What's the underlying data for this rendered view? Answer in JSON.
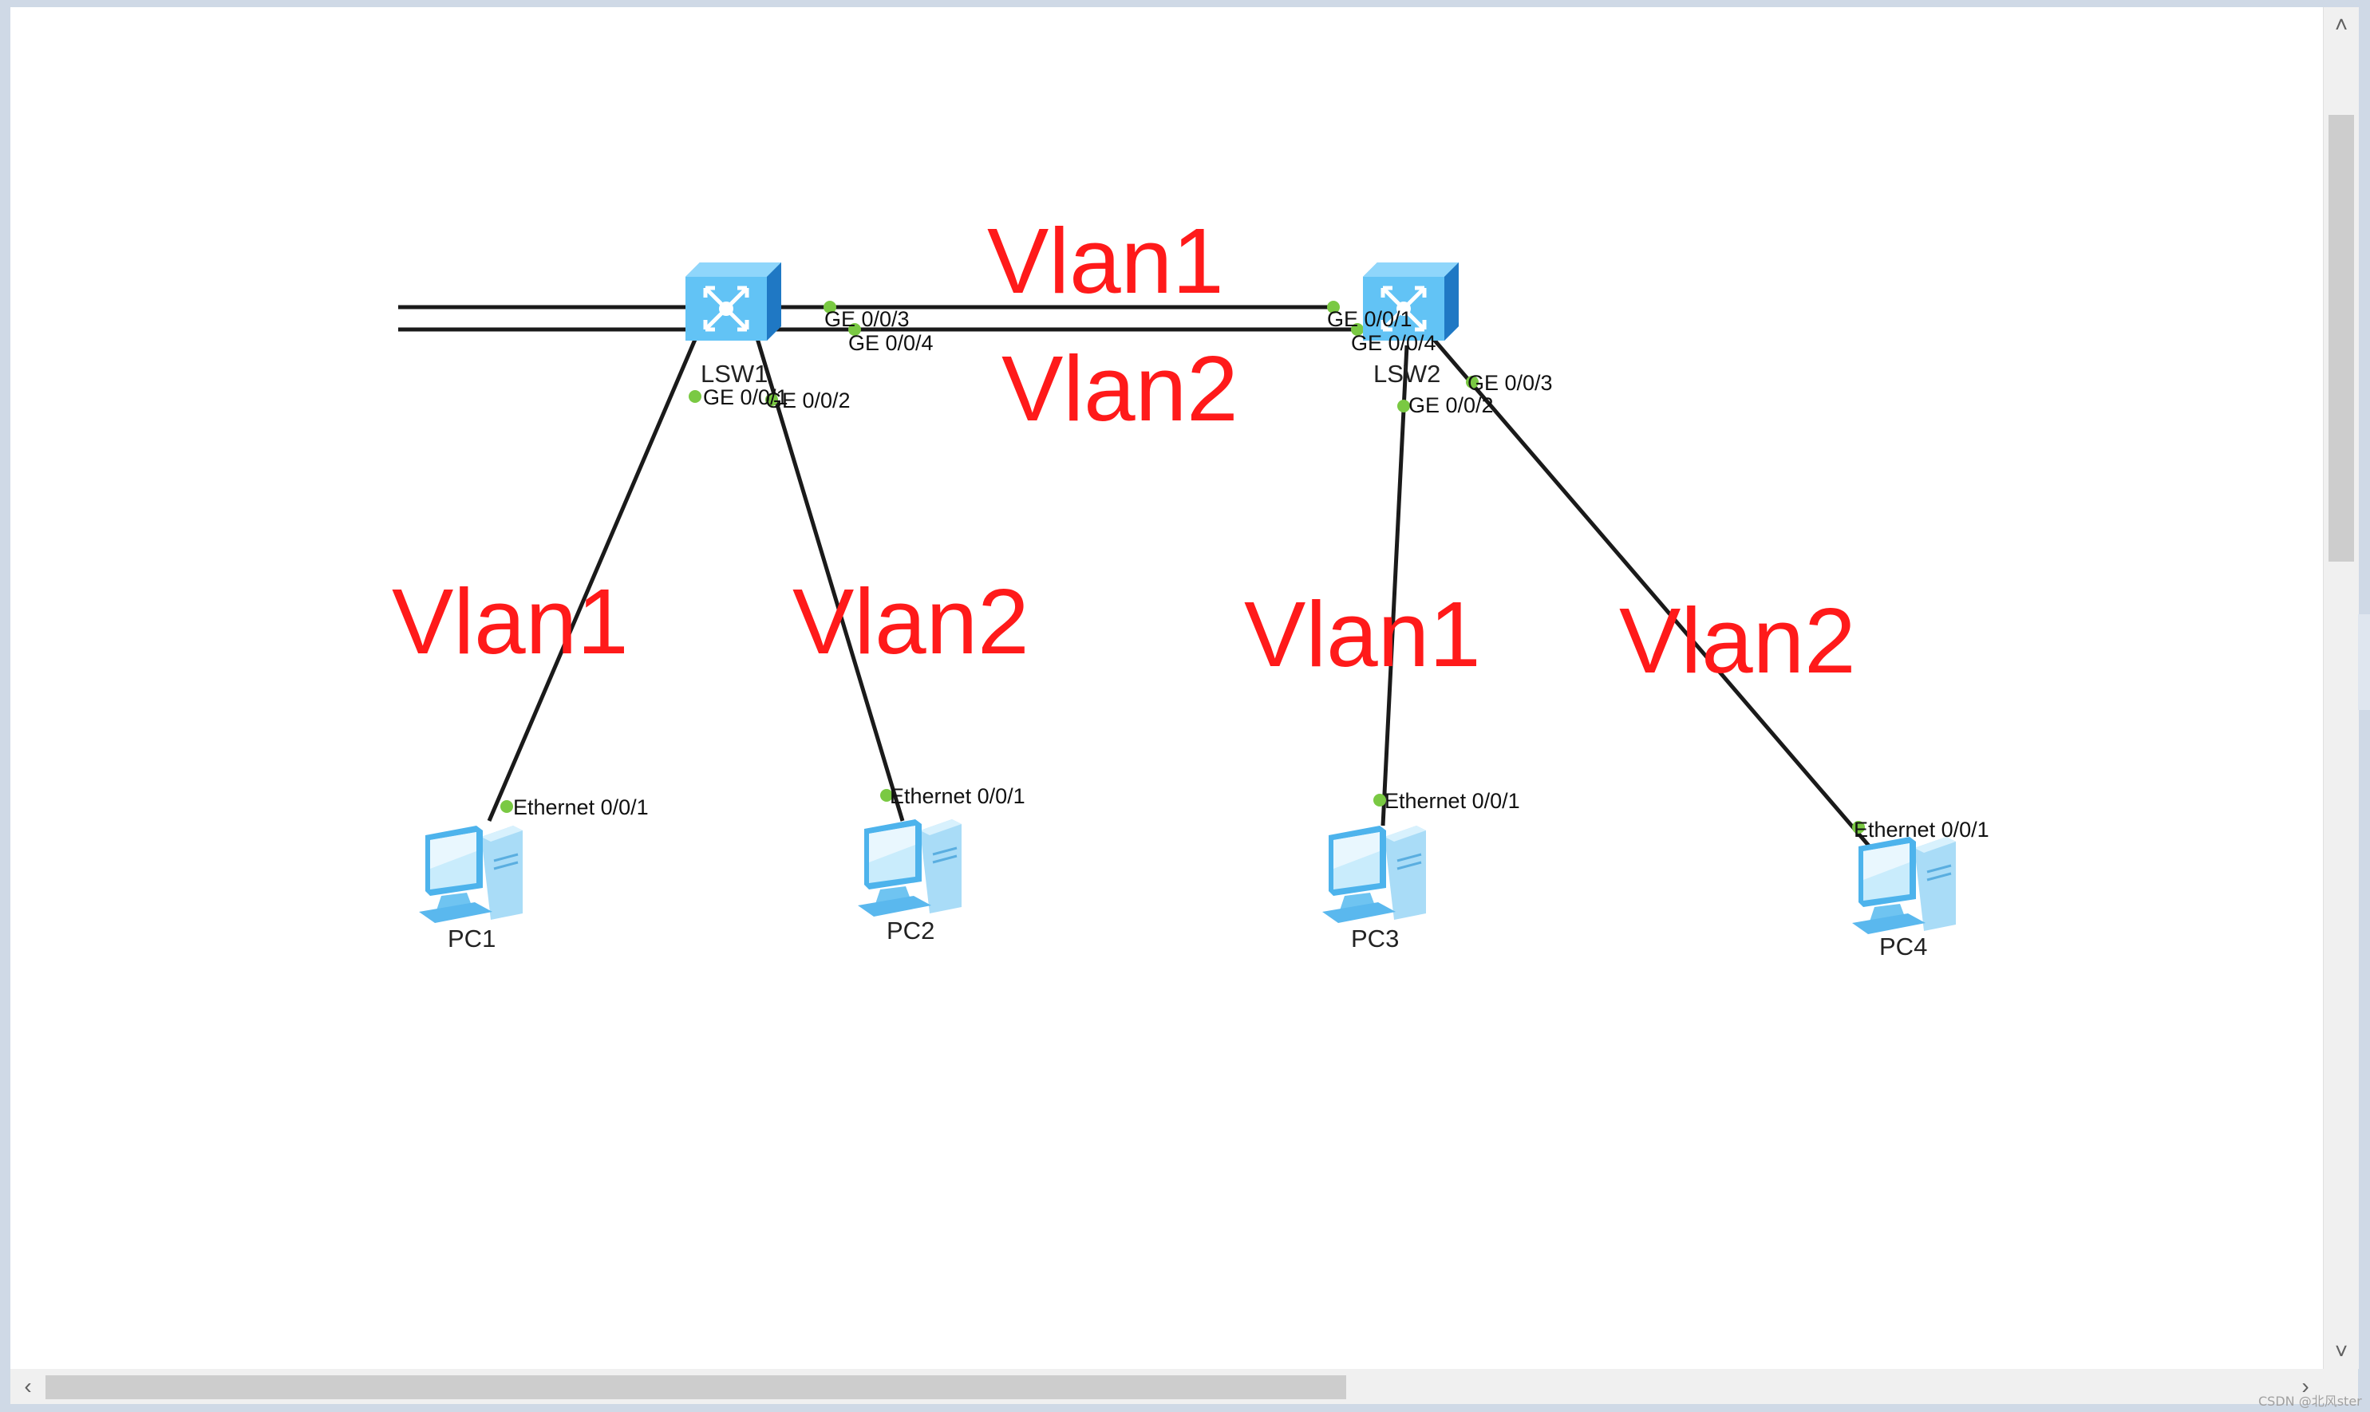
{
  "topology": {
    "switches": [
      {
        "id": "lsw1",
        "label": "LSW1"
      },
      {
        "id": "lsw2",
        "label": "LSW2"
      }
    ],
    "pcs": [
      {
        "id": "pc1",
        "label": "PC1"
      },
      {
        "id": "pc2",
        "label": "PC2"
      },
      {
        "id": "pc3",
        "label": "PC3"
      },
      {
        "id": "pc4",
        "label": "PC4"
      }
    ],
    "ports": {
      "lsw1_ge003": "GE 0/0/3",
      "lsw1_ge004": "GE 0/0/4",
      "lsw1_ge001": "GE 0/0/1",
      "lsw1_ge002": "GE 0/0/2",
      "lsw2_ge001": "GE 0/0/1",
      "lsw2_ge004": "GE 0/0/4",
      "lsw2_ge003": "GE 0/0/3",
      "lsw2_ge002": "GE 0/0/2",
      "pc1_eth": "Ethernet 0/0/1",
      "pc2_eth": "Ethernet 0/0/1",
      "pc3_eth": "Ethernet 0/0/1",
      "pc4_eth": "Ethernet 0/0/1"
    },
    "annotations": {
      "trunk_upper": "Vlan1",
      "trunk_lower": "Vlan2",
      "pc1_link": "Vlan1",
      "pc2_link": "Vlan2",
      "pc3_link": "Vlan1",
      "pc4_link": "Vlan2"
    },
    "colors": {
      "annotation": "#ff1a1a",
      "link": "#1a1a1a",
      "port_dot": "#7ac943",
      "device": "#5bc0f0"
    }
  },
  "scrollbars": {
    "up_icon": "chevron-up",
    "down_icon": "chevron-down",
    "left_icon": "chevron-left",
    "right_icon": "chevron-right"
  },
  "watermark": "CSDN @北风ster"
}
